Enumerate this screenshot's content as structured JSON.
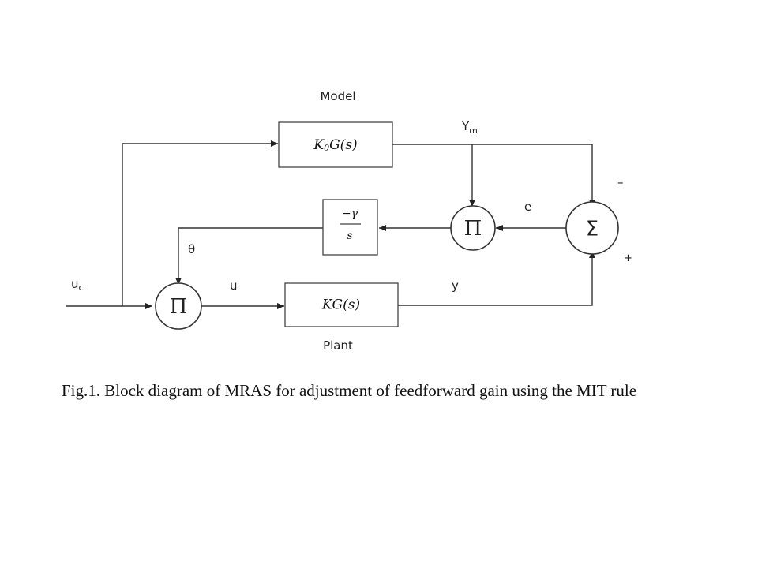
{
  "labels": {
    "model": "Model",
    "plant": "Plant",
    "ym_main": "Y",
    "ym_sub": "m",
    "uc_main": "u",
    "uc_sub": "c",
    "theta": "θ",
    "u": "u",
    "y": "y",
    "e": "e",
    "minus": "–",
    "plus": "+"
  },
  "blocks": {
    "model_tf_k": "K",
    "model_tf_sub": "0",
    "model_tf_rest": "G(s)",
    "plant_tf": "KG(s)",
    "integrator_num": "−γ",
    "integrator_den": "s"
  },
  "nodes": {
    "multiplier_symbol": "Π",
    "sum_symbol": "Σ"
  },
  "caption": "Fig.1. Block diagram of MRAS for adjustment of feedforward gain using the MIT rule"
}
